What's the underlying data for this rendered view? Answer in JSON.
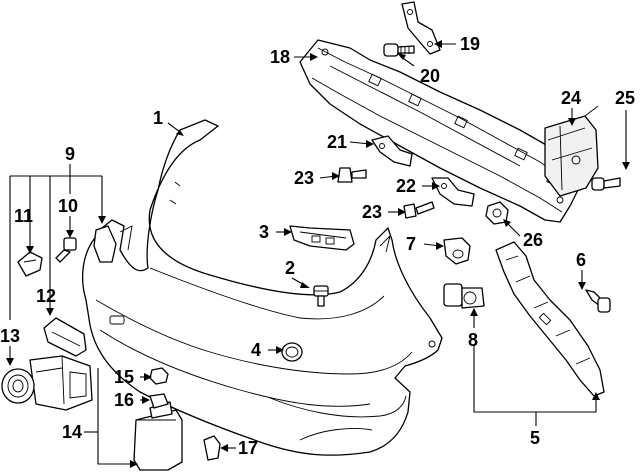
{
  "callouts": {
    "c1": "1",
    "c2": "2",
    "c3": "3",
    "c4": "4",
    "c5": "5",
    "c6": "6",
    "c7": "7",
    "c8": "8",
    "c9": "9",
    "c10": "10",
    "c11": "11",
    "c12": "12",
    "c13": "13",
    "c14": "14",
    "c15": "15",
    "c16": "16",
    "c17": "17",
    "c18": "18",
    "c19": "19",
    "c20": "20",
    "c21": "21",
    "c22": "22",
    "c23a": "23",
    "c23b": "23",
    "c24": "24",
    "c25": "25",
    "c26": "26"
  }
}
